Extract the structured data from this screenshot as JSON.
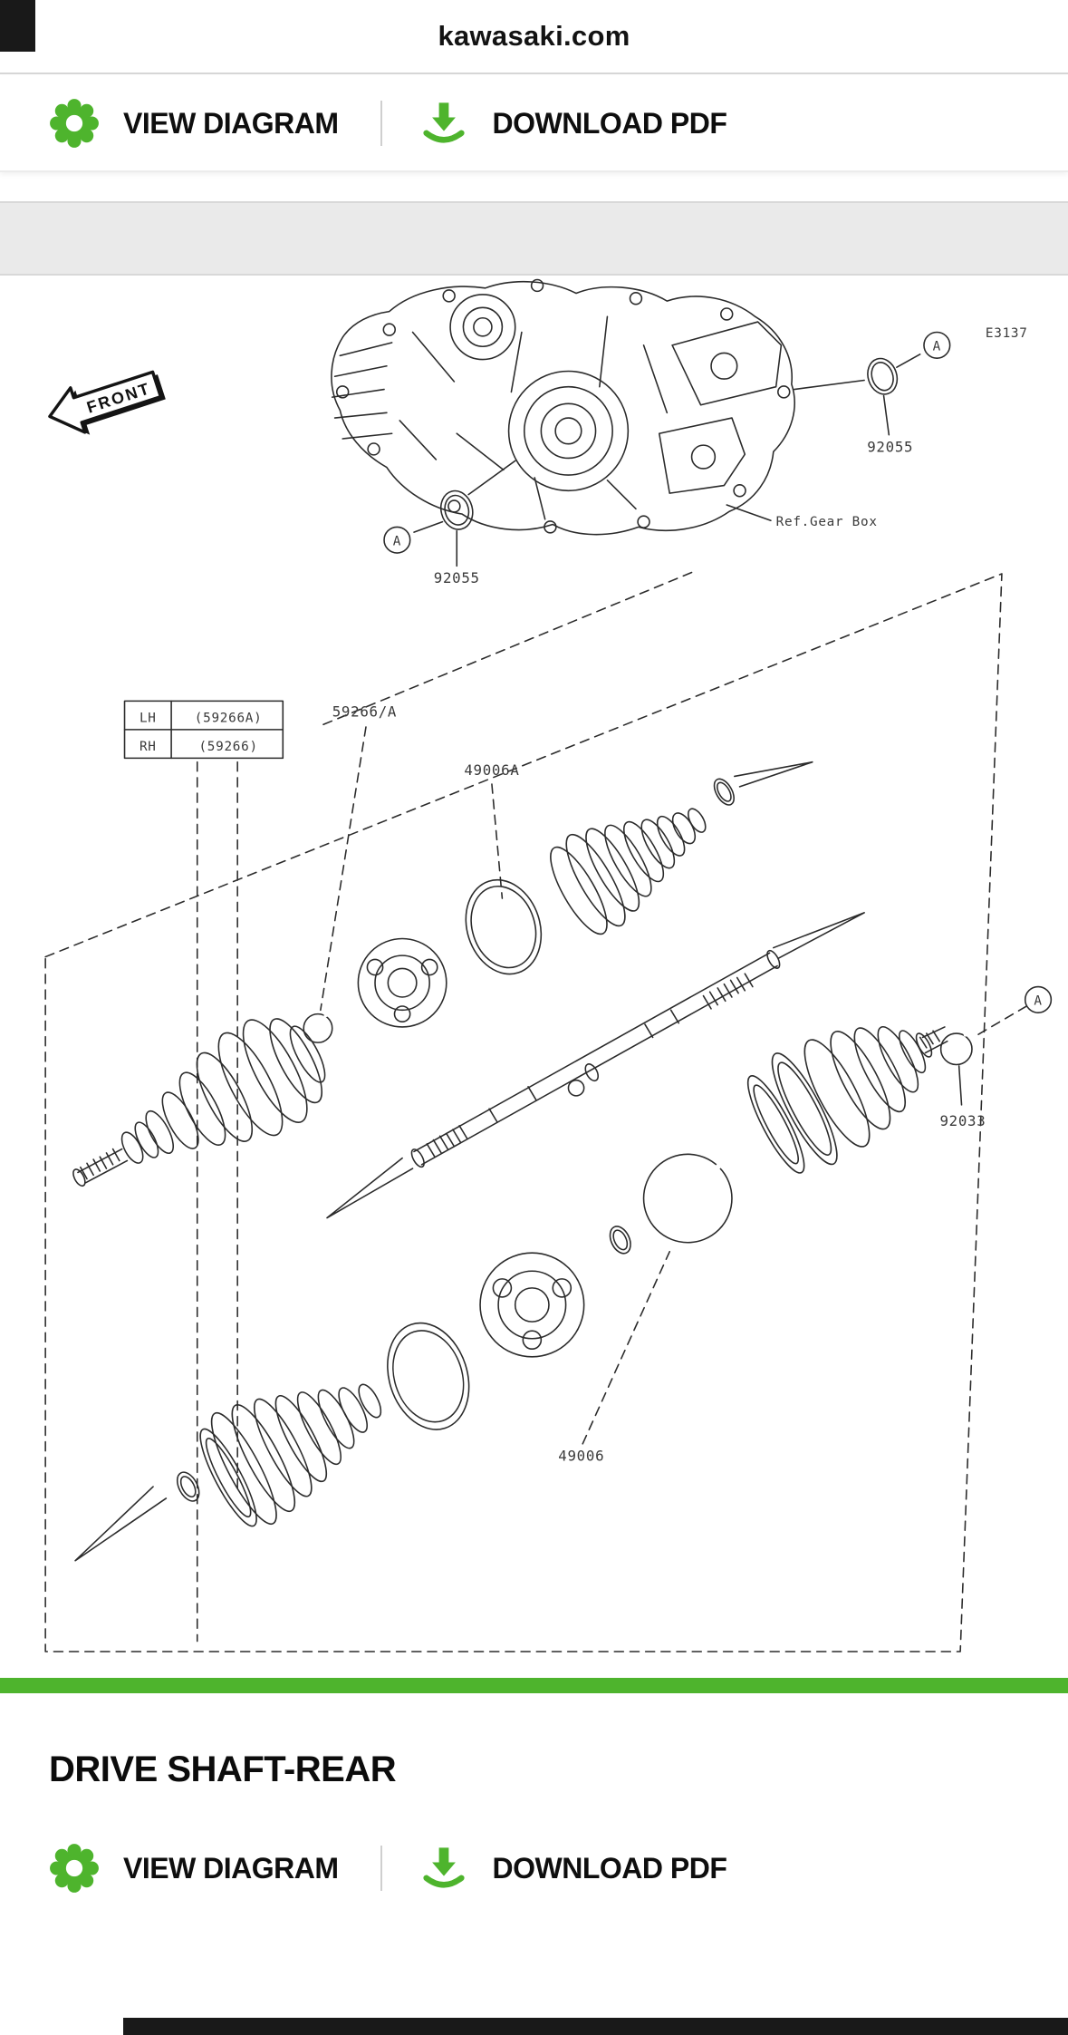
{
  "browser": {
    "url": "kawasaki.com"
  },
  "toolbar": {
    "view_diagram_label": "VIEW DIAGRAM",
    "download_pdf_label": "DOWNLOAD PDF"
  },
  "section": {
    "title": "DRIVE SHAFT-REAR"
  },
  "diagram": {
    "figure_code": "E3137",
    "ref_label": "Ref.Gear Box",
    "front_badge": "FRONT",
    "marker_a": "A",
    "parts": {
      "seal_top": "92055",
      "seal_bottom": "92055",
      "shaft_assembly": "59266/A",
      "boot_upper": "49006A",
      "circlip": "92033",
      "boot_lower": "49006"
    },
    "variant_table": {
      "rows": [
        {
          "side": "LH",
          "part": "(59266A)"
        },
        {
          "side": "RH",
          "part": "(59266)"
        }
      ]
    }
  },
  "colors": {
    "accent_green": "#4eb42d",
    "line": "#2b2b2b",
    "page_edge": "#191919"
  }
}
